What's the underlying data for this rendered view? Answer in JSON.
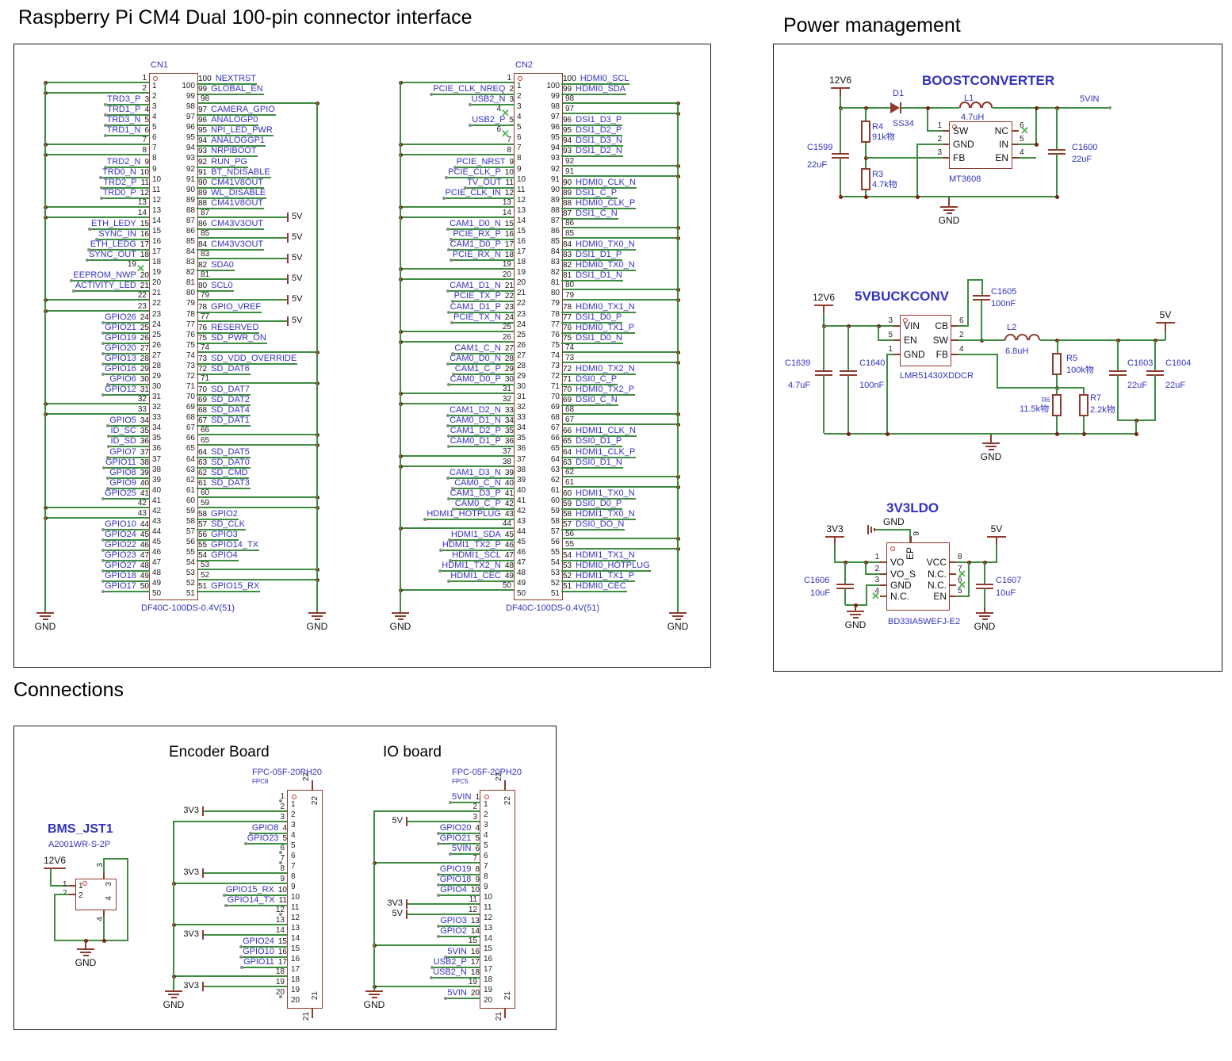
{
  "titles": {
    "main": "Raspberry Pi CM4 Dual 100-pin connector interface",
    "power": "Power management",
    "connections": "Connections"
  },
  "common": {
    "gnd": "GND"
  },
  "colors": {
    "wire": "#3d8c40",
    "outline": "#8e3b2f",
    "label": "#3232c0",
    "x_mark": "#54b054"
  },
  "cn1": {
    "designator": "CN1",
    "part": "DF40C-100DS-0.4V(51)",
    "left": [
      [
        1,
        "b"
      ],
      [
        2,
        "b"
      ],
      [
        3,
        "n",
        "TRD3_P"
      ],
      [
        4,
        "n",
        "TRD1_P"
      ],
      [
        5,
        "n",
        "TRD3_N"
      ],
      [
        6,
        "n",
        "TRD1_N"
      ],
      [
        7,
        "b"
      ],
      [
        8,
        "b"
      ],
      [
        9,
        "n",
        "TRD2_N"
      ],
      [
        10,
        "n",
        "TRD0_N"
      ],
      [
        11,
        "n",
        "TRD2_P"
      ],
      [
        12,
        "n",
        "TRD0_P"
      ],
      [
        13,
        "b"
      ],
      [
        14,
        "b"
      ],
      [
        15,
        "n",
        "ETH_LEDY"
      ],
      [
        16,
        "n",
        "SYNC_IN"
      ],
      [
        17,
        "n",
        "ETH_LEDG"
      ],
      [
        18,
        "n",
        "SYNC_OUT"
      ],
      [
        19,
        "x"
      ],
      [
        20,
        "n",
        "EEPROM_NWP"
      ],
      [
        21,
        "n",
        "ACTIVITY_LED"
      ],
      [
        22,
        "b"
      ],
      [
        23,
        "b"
      ],
      [
        24,
        "n",
        "GPIO26"
      ],
      [
        25,
        "n",
        "GPIO21"
      ],
      [
        26,
        "n",
        "GPIO19"
      ],
      [
        27,
        "n",
        "GPIO20"
      ],
      [
        28,
        "n",
        "GPIO13"
      ],
      [
        29,
        "n",
        "GPIO16"
      ],
      [
        30,
        "n",
        "GPIO6"
      ],
      [
        31,
        "n",
        "GPIO12"
      ],
      [
        32,
        "b"
      ],
      [
        33,
        "b"
      ],
      [
        34,
        "n",
        "GPIO5"
      ],
      [
        35,
        "n",
        "ID_SC"
      ],
      [
        36,
        "n",
        "ID_SD"
      ],
      [
        37,
        "n",
        "GPIO7"
      ],
      [
        38,
        "n",
        "GPIO11"
      ],
      [
        39,
        "n",
        "GPIO8"
      ],
      [
        40,
        "n",
        "GPIO9"
      ],
      [
        41,
        "n",
        "GPIO25"
      ],
      [
        42,
        "b"
      ],
      [
        43,
        "b"
      ],
      [
        44,
        "n",
        "GPIO10"
      ],
      [
        45,
        "n",
        "GPIO24"
      ],
      [
        46,
        "n",
        "GPIO22"
      ],
      [
        47,
        "n",
        "GPIO23"
      ],
      [
        48,
        "n",
        "GPIO27"
      ],
      [
        49,
        "n",
        "GPIO18"
      ],
      [
        50,
        "n",
        "GPIO17"
      ]
    ],
    "right": [
      [
        100,
        "n",
        "NEXTRST"
      ],
      [
        99,
        "n",
        "GLOBAL_EN"
      ],
      [
        98,
        "b"
      ],
      [
        97,
        "n",
        "CAMERA_GPIO"
      ],
      [
        96,
        "n",
        "ANALOGP0"
      ],
      [
        95,
        "n",
        "NPI_LED_PWR"
      ],
      [
        94,
        "n",
        "ANALOGGP1"
      ],
      [
        93,
        "n",
        "NRPIBOOT"
      ],
      [
        92,
        "n",
        "RUN_PG"
      ],
      [
        91,
        "n",
        "BT_NDISABLE"
      ],
      [
        90,
        "n",
        "CM41V8OUT"
      ],
      [
        89,
        "n",
        "WL_DISABLE"
      ],
      [
        88,
        "n",
        "CM41V8OUT"
      ],
      [
        87,
        "v",
        "5V"
      ],
      [
        86,
        "n",
        "CM43V3OUT"
      ],
      [
        85,
        "v",
        "5V"
      ],
      [
        84,
        "n",
        "CM43V3OUT"
      ],
      [
        83,
        "v",
        "5V"
      ],
      [
        82,
        "n",
        "SDA0"
      ],
      [
        81,
        "v",
        "5V"
      ],
      [
        80,
        "n",
        "SCL0"
      ],
      [
        79,
        "v",
        "5V"
      ],
      [
        78,
        "n",
        "GPIO_VREF"
      ],
      [
        77,
        "v",
        "5V"
      ],
      [
        76,
        "n",
        "RESERVED"
      ],
      [
        75,
        "n",
        "SD_PWR_ON"
      ],
      [
        74,
        "b"
      ],
      [
        73,
        "n",
        "SD_VDD_OVERRIDE"
      ],
      [
        72,
        "n",
        "SD_DAT6"
      ],
      [
        71,
        "b"
      ],
      [
        70,
        "n",
        "SD_DAT7"
      ],
      [
        69,
        "n",
        "SD_DAT2"
      ],
      [
        68,
        "n",
        "SD_DAT4"
      ],
      [
        67,
        "n",
        "SD_DAT1"
      ],
      [
        66,
        "b"
      ],
      [
        65,
        "b"
      ],
      [
        64,
        "n",
        "SD_DAT5"
      ],
      [
        63,
        "n",
        "SD_DAT0"
      ],
      [
        62,
        "n",
        "SD_CMD"
      ],
      [
        61,
        "n",
        "SD_DAT3"
      ],
      [
        60,
        "b"
      ],
      [
        59,
        "b"
      ],
      [
        58,
        "n",
        "GPIO2"
      ],
      [
        57,
        "n",
        "SD_CLK"
      ],
      [
        56,
        "n",
        "GPIO3"
      ],
      [
        55,
        "n",
        "GPIO14_TX"
      ],
      [
        54,
        "n",
        "GPIO4"
      ],
      [
        53,
        "b"
      ],
      [
        52,
        "b"
      ],
      [
        51,
        "n",
        "GPIO15_RX"
      ]
    ]
  },
  "cn2": {
    "designator": "CN2",
    "part": "DF40C-100DS-0.4V(51)",
    "left": [
      [
        1,
        "b"
      ],
      [
        2,
        "n",
        "PCIE_CLK_NREQ"
      ],
      [
        3,
        "n",
        "USB2_N"
      ],
      [
        4,
        "x"
      ],
      [
        5,
        "n",
        "USB2_P"
      ],
      [
        6,
        "x"
      ],
      [
        7,
        "b"
      ],
      [
        8,
        "b"
      ],
      [
        9,
        "n",
        "PCIE_NRST"
      ],
      [
        10,
        "n",
        "PCIE_CLK_P"
      ],
      [
        11,
        "n",
        "TV_OUT"
      ],
      [
        12,
        "n",
        "PCIE_CLK_IN"
      ],
      [
        13,
        "b"
      ],
      [
        14,
        "b"
      ],
      [
        15,
        "n",
        "CAM1_D0_N"
      ],
      [
        16,
        "n",
        "PCIE_RX_P"
      ],
      [
        17,
        "n",
        "CAM1_D0_P"
      ],
      [
        18,
        "n",
        "PCIE_RX_N"
      ],
      [
        19,
        "b"
      ],
      [
        20,
        "b"
      ],
      [
        21,
        "n",
        "CAM1_D1_N"
      ],
      [
        22,
        "n",
        "PCIE_TX_P"
      ],
      [
        23,
        "n",
        "CAM1_D1_P"
      ],
      [
        24,
        "n",
        "PCIE_TX_N"
      ],
      [
        25,
        "b"
      ],
      [
        26,
        "b"
      ],
      [
        27,
        "n",
        "CAM1_C_N"
      ],
      [
        28,
        "n",
        "CAM0_D0_N"
      ],
      [
        29,
        "n",
        "CAM1_C_P"
      ],
      [
        30,
        "n",
        "CAM0_D0_P"
      ],
      [
        31,
        "b"
      ],
      [
        32,
        "b"
      ],
      [
        33,
        "n",
        "CAM1_D2_N"
      ],
      [
        34,
        "n",
        "CAM0_D1_N"
      ],
      [
        35,
        "n",
        "CAM1_D2_P"
      ],
      [
        36,
        "n",
        "CAM0_D1_P"
      ],
      [
        37,
        "b"
      ],
      [
        38,
        "b"
      ],
      [
        39,
        "n",
        "CAM1_D3_N"
      ],
      [
        40,
        "n",
        "CAM0_C_N"
      ],
      [
        41,
        "n",
        "CAM1_D3_P"
      ],
      [
        42,
        "n",
        "CAM0_C_P"
      ],
      [
        43,
        "n",
        "HDMI1_HOTPLUG"
      ],
      [
        44,
        "b"
      ],
      [
        45,
        "n",
        "HDMI1_SDA"
      ],
      [
        46,
        "n",
        "HDMI1_TX2_P"
      ],
      [
        47,
        "n",
        "HDMI1_SCL"
      ],
      [
        48,
        "n",
        "HDMI1_TX2_N"
      ],
      [
        49,
        "n",
        "HDMI1_CEC"
      ],
      [
        50,
        "b"
      ]
    ],
    "right": [
      [
        100,
        "n",
        "HDMI0_SCL"
      ],
      [
        99,
        "n",
        "HDMI0_SDA"
      ],
      [
        98,
        "b"
      ],
      [
        97,
        "b"
      ],
      [
        96,
        "n",
        "DSI1_D3_P"
      ],
      [
        95,
        "n",
        "DSI1_D2_P"
      ],
      [
        94,
        "n",
        "DSI1_D3_N"
      ],
      [
        93,
        "n",
        "DSI1_D2_N"
      ],
      [
        92,
        "b"
      ],
      [
        91,
        "b"
      ],
      [
        90,
        "n",
        "HDMI0_CLK_N"
      ],
      [
        89,
        "n",
        "DSI1_C_P"
      ],
      [
        88,
        "n",
        "HDMI0_CLK_P"
      ],
      [
        87,
        "n",
        "DSI1_C_N"
      ],
      [
        86,
        "b"
      ],
      [
        85,
        "b"
      ],
      [
        84,
        "n",
        "HDMI0_TX0_N"
      ],
      [
        83,
        "n",
        "DSI1_D1_P"
      ],
      [
        82,
        "n",
        "HDMI0_TX0_N"
      ],
      [
        81,
        "n",
        "DSI1_D1_N"
      ],
      [
        80,
        "b"
      ],
      [
        79,
        "b"
      ],
      [
        78,
        "n",
        "HDMI0_TX1_N"
      ],
      [
        77,
        "n",
        "DSI1_D0_P"
      ],
      [
        76,
        "n",
        "HDMI0_TX1_P"
      ],
      [
        75,
        "n",
        "DSI1_D0_N"
      ],
      [
        74,
        "b"
      ],
      [
        73,
        "b"
      ],
      [
        72,
        "n",
        "HDMI0_TX2_N"
      ],
      [
        71,
        "n",
        "DSI0_C_P"
      ],
      [
        70,
        "n",
        "HDMI0_TX2_P"
      ],
      [
        69,
        "n",
        "DSI0_C_N"
      ],
      [
        68,
        "b"
      ],
      [
        67,
        "b"
      ],
      [
        66,
        "n",
        "HDMI1_CLK_N"
      ],
      [
        65,
        "n",
        "DSI0_D1_P"
      ],
      [
        64,
        "n",
        "HDMI1_CLK_P"
      ],
      [
        63,
        "n",
        "DSI0_D1_N"
      ],
      [
        62,
        "b"
      ],
      [
        61,
        "b"
      ],
      [
        60,
        "n",
        "HDMI1_TX0_N"
      ],
      [
        59,
        "n",
        "DSI0_D0_P"
      ],
      [
        58,
        "n",
        "HDMI1_TX0_N"
      ],
      [
        57,
        "n",
        "DSI0_DO_N"
      ],
      [
        56,
        "b"
      ],
      [
        55,
        "b"
      ],
      [
        54,
        "n",
        "HDMI1_TX1_N"
      ],
      [
        53,
        "n",
        "HDMI0_HOTPLUG"
      ],
      [
        52,
        "n",
        "HDMI1_TX1_P"
      ],
      [
        51,
        "n",
        "HDMI0_CEC"
      ]
    ]
  },
  "power": {
    "boost": {
      "title": "BOOSTCONVERTER",
      "vin": "12V6",
      "vout": "5VIN",
      "gnd": "GND",
      "d": {
        "ref": "D1",
        "val": "SS34"
      },
      "l": {
        "ref": "L1",
        "val": "4.7uH"
      },
      "cin": {
        "ref": "C1599",
        "val": "22uF"
      },
      "cout": {
        "ref": "C1600",
        "val": "22uF"
      },
      "r1": {
        "ref": "R4",
        "val": "91k物"
      },
      "r2": {
        "ref": "R3",
        "val": "4.7k物"
      },
      "ic": {
        "name": "MT3608",
        "pins_left": [
          {
            "n": "1",
            "name": "SW"
          },
          {
            "n": "2",
            "name": "GND"
          },
          {
            "n": "3",
            "name": "FB"
          }
        ],
        "pins_right": [
          {
            "n": "6",
            "name": "NC",
            "nc": true
          },
          {
            "n": "5",
            "name": "IN"
          },
          {
            "n": "4",
            "name": "EN"
          }
        ]
      }
    },
    "buck": {
      "title": "5VBUCKCONV",
      "vin": "12V6",
      "vout": "5V",
      "gnd": "GND",
      "cboot": {
        "ref": "C1605",
        "val": "100nF"
      },
      "l": {
        "ref": "L2",
        "val": "6.8uH"
      },
      "cin1": {
        "ref": "C1639",
        "val": "4.7uF"
      },
      "cin2": {
        "ref": "C1640",
        "val": "100nF"
      },
      "r1": {
        "ref": "R5",
        "val": "100k物"
      },
      "r2": {
        "ref": "R6",
        "val": "11.5k物"
      },
      "r3": {
        "ref": "R7",
        "val": "2.2k物"
      },
      "cout1": {
        "ref": "C1603",
        "val": "22uF"
      },
      "cout2": {
        "ref": "C1604",
        "val": "22uF"
      },
      "ic": {
        "name": "LMR51430XDDCR",
        "pins_left": [
          {
            "n": "3",
            "name": "VIN"
          },
          {
            "n": "5",
            "name": "EN"
          },
          {
            "n": "1",
            "name": "GND"
          }
        ],
        "pins_right": [
          {
            "n": "6",
            "name": "CB"
          },
          {
            "n": "2",
            "name": "SW"
          },
          {
            "n": "4",
            "name": "FB"
          }
        ]
      }
    },
    "ldo": {
      "title": "3V3LDO",
      "vout": "3V3",
      "vin": "5V",
      "gnd": "GND",
      "c1": {
        "ref": "C1606",
        "val": "10uF"
      },
      "c2": {
        "ref": "C1607",
        "val": "10uF"
      },
      "ic": {
        "name": "BD33IA5WEFJ-E2",
        "ep_n": "9",
        "ep_name": "EP",
        "pins_left": [
          {
            "n": "1",
            "name": "VO"
          },
          {
            "n": "2",
            "name": "VO_S"
          },
          {
            "n": "3",
            "name": "GND"
          },
          {
            "n": "4",
            "name": "N.C.",
            "nc": true
          }
        ],
        "pins_right": [
          {
            "n": "8",
            "name": "VCC"
          },
          {
            "n": "7",
            "name": "N.C.",
            "nc": true
          },
          {
            "n": "6",
            "name": "N.C.",
            "nc": true
          },
          {
            "n": "5",
            "name": "EN"
          }
        ]
      }
    }
  },
  "connections": {
    "bms": {
      "title": "BMS_JST1",
      "part": "A2001WR-S-2P",
      "net": "12V6",
      "gnd": "GND",
      "pins": [
        "1",
        "2",
        "3",
        "4"
      ]
    },
    "encoder": {
      "title": "Encoder Board",
      "part": "FPC-05F-20PH20",
      "sub": "FPC8",
      "top_pin": "22",
      "bottom_pin": "21",
      "gnd": "GND",
      "pins": [
        [
          1,
          "s"
        ],
        [
          2,
          "p",
          "3V3"
        ],
        [
          3,
          "b"
        ],
        [
          4,
          "n",
          "GPIO8"
        ],
        [
          5,
          "n",
          "GPIO23"
        ],
        [
          6,
          "s"
        ],
        [
          7,
          "s"
        ],
        [
          8,
          "p",
          "3V3"
        ],
        [
          9,
          "b"
        ],
        [
          10,
          "n",
          "GPIO15_RX"
        ],
        [
          11,
          "n",
          "GPIO14_TX"
        ],
        [
          12,
          "s"
        ],
        [
          13,
          "b"
        ],
        [
          14,
          "p",
          "3V3"
        ],
        [
          15,
          "n",
          "GPIO24"
        ],
        [
          16,
          "n",
          "GPIO10"
        ],
        [
          17,
          "n",
          "GPIO11"
        ],
        [
          18,
          "b"
        ],
        [
          19,
          "p",
          "3V3"
        ],
        [
          20,
          "s"
        ]
      ]
    },
    "io": {
      "title": "IO board",
      "part": "FPC-05F-20PH20",
      "sub": "FPC5",
      "top_pin": "22",
      "bottom_pin": "21",
      "gnd": "GND",
      "pins": [
        [
          1,
          "n",
          "5VIN"
        ],
        [
          2,
          "b"
        ],
        [
          3,
          "p",
          "5V"
        ],
        [
          4,
          "n",
          "GPIO20"
        ],
        [
          5,
          "n",
          "GPIO21"
        ],
        [
          6,
          "n",
          "5VIN"
        ],
        [
          7,
          "b"
        ],
        [
          8,
          "n",
          "GPIO19"
        ],
        [
          9,
          "n",
          "GPIO18"
        ],
        [
          10,
          "n",
          "GPIO4"
        ],
        [
          11,
          "p",
          "3V3"
        ],
        [
          12,
          "p",
          "5V"
        ],
        [
          13,
          "n",
          "GPIO3"
        ],
        [
          14,
          "n",
          "GPIO2"
        ],
        [
          15,
          "b"
        ],
        [
          16,
          "n",
          "5VIN"
        ],
        [
          17,
          "n",
          "USB2_P"
        ],
        [
          18,
          "n",
          "USB2_N"
        ],
        [
          19,
          "b"
        ],
        [
          20,
          "n",
          "5VIN"
        ]
      ]
    }
  }
}
